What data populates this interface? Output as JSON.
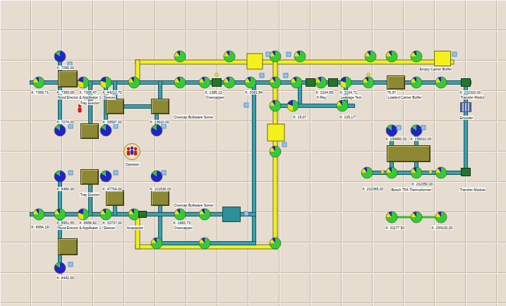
{
  "diagram": {
    "nodes": [
      {
        "text": [
          "Hood Erector & Applikator 1"
        ]
      },
      {
        "text": [
          "Sleever"
        ]
      },
      {
        "text": [
          "Tray Erector"
        ]
      },
      {
        "text": [
          "Overcap Bulkware Sorter"
        ]
      },
      {
        "text": [
          "Overcapper"
        ]
      },
      {
        "text": [
          "X-Ray"
        ]
      },
      {
        "text": [
          "Leakage Test"
        ]
      },
      {
        "text": [
          "Loaded Carrier Buffer"
        ]
      },
      {
        "text": [
          "Transfer Modul"
        ]
      },
      {
        "text": [
          "Empty Carrier Buffer"
        ]
      },
      {
        "text": [
          "Encoder"
        ]
      },
      {
        "text": [
          "Operator"
        ]
      },
      {
        "text": [
          "Bosch TFA Thermoformer"
        ]
      },
      {
        "text": [
          "Transfer Module"
        ]
      },
      {
        "text": [
          "Tray Erector"
        ]
      },
      {
        "text": [
          "Overcap Bulkware Sorter"
        ]
      },
      {
        "text": [
          "Hood Erector & Applikator 1"
        ]
      },
      {
        "text": [
          "Sleever"
        ]
      },
      {
        "text": [
          "Auspacker"
        ]
      },
      {
        "text": [
          "Overcapper"
        ]
      }
    ],
    "edges": [
      {
        "from": 4,
        "to": 5,
        "arrow": "none"
      },
      {
        "from": 5,
        "to": 6,
        "arrow": "none"
      },
      {
        "from": 6,
        "to": 7,
        "arrow": "none"
      },
      {
        "from": 7,
        "to": 8,
        "arrow": "none"
      },
      {
        "from": 8,
        "to": 10,
        "arrow": "none"
      },
      {
        "from": 10,
        "to": 13,
        "arrow": "none"
      },
      {
        "from": 18,
        "to": 19,
        "arrow": "none"
      }
    ],
    "labels": [
      "K: 7056,00",
      "K: 7369,71",
      "K: 7369,09",
      "K: 7368,47",
      "K: 44213,70",
      "K: 1385,12",
      "K: 3081,84",
      "K: 3104,69",
      "K: 3104,71",
      "76,97",
      "K: 202320,00",
      "K: 19,07",
      "K: 105,17",
      "K: 7074,00",
      "K: 39597,00",
      "K: 23610,00",
      "K: 194990,00",
      "K: 156010,00",
      "K: 8460,00",
      "K: 47704,00",
      "K: 101536,00",
      "K: 202365,00",
      "K: 202350,00",
      "K: 8954,19",
      "K: 8951,55",
      "K: 8958,82",
      "K: 33737,00",
      "K: 1683,73",
      "K: 31177,50",
      "K: 254130,00",
      "K: 8442,00"
    ]
  }
}
